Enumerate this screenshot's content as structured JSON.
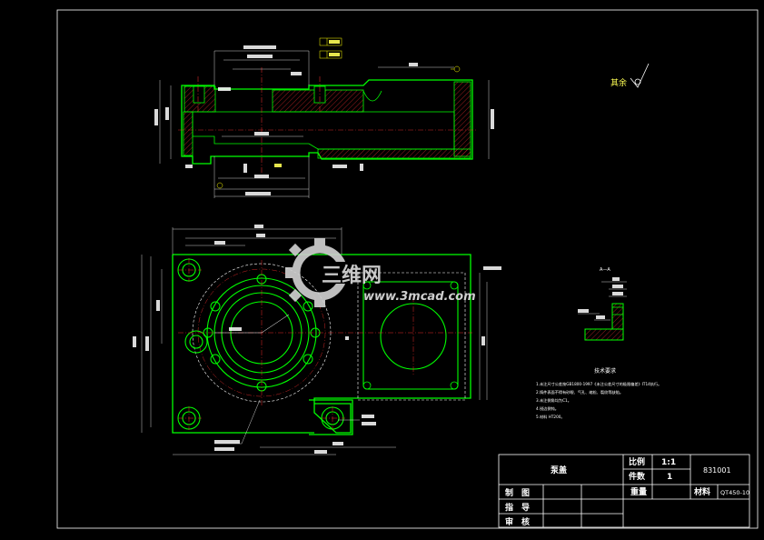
{
  "drawing": {
    "roughness_label": "其余",
    "section_label": "A—A",
    "tech_req_title": "技术要求",
    "tech_req_lines": [
      "1.未注尺寸公差按GB1800-1997《未注公差尺寸的极限偏差》IT14执行。",
      "2.铸件表面不得有砂眼、气孔、缩松、裂纹等缺陷。",
      "3.未注倒角均为C1。",
      "4.锐边倒钝。",
      "5.材料 HT200。"
    ],
    "watermark_text": "三维网",
    "watermark_url": "www.3mcad.com",
    "colors": {
      "outline": "#00ff00",
      "dimension": "#ffffff",
      "centerline": "#ff3030",
      "hatch": "#ff3030",
      "tolerance": "#ffff00",
      "background": "#000000"
    }
  },
  "title_block": {
    "part_name": "泵盖",
    "scale_label": "比例",
    "scale_value": "1:1",
    "quantity_label": "件数",
    "quantity_value": "1",
    "drawing_number": "831001",
    "weight_label": "重量",
    "material_label": "材料",
    "material_value": "QT450-10",
    "draw_label": "制　图",
    "guide_label": "指　导",
    "review_label": "审　核"
  }
}
